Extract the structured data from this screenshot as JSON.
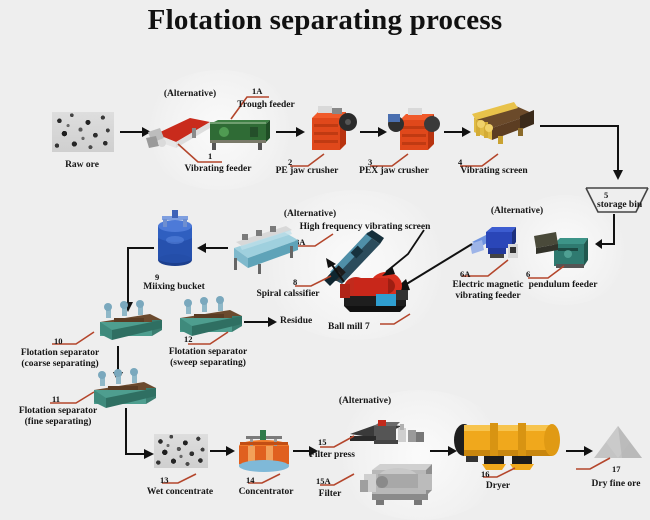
{
  "title": "Flotation separating process",
  "labels": {
    "alternative": "(Alternative)",
    "residue": "Residue"
  },
  "nodes": [
    {
      "id": "raw-ore",
      "num": "",
      "name": "Raw ore"
    },
    {
      "id": "vibrating-feeder",
      "num": "1",
      "name": "Vibrating feeder"
    },
    {
      "id": "trough-feeder",
      "num": "1A",
      "name": "Trough feeder"
    },
    {
      "id": "pe-jaw-crusher",
      "num": "2",
      "name": "PE jaw crusher"
    },
    {
      "id": "pex-jaw-crusher",
      "num": "3",
      "name": "PEX jaw crusher"
    },
    {
      "id": "vibrating-screen",
      "num": "4",
      "name": "Vibrating screen"
    },
    {
      "id": "storage-bin",
      "num": "5",
      "name": "storage bin"
    },
    {
      "id": "pendulum-feeder",
      "num": "6",
      "name": "pendulum feeder"
    },
    {
      "id": "electric-magnetic-vibrating-feeder",
      "num": "6A",
      "name_line1": "Electric magnetic",
      "name_line2": "vibrating feeder"
    },
    {
      "id": "ball-mill",
      "num": "7",
      "name": "Ball mill 7"
    },
    {
      "id": "spiral-classifier",
      "num": "8",
      "name": "Spiral calssifier"
    },
    {
      "id": "high-frequency-vibrating-screen",
      "num": "8A",
      "name": "High frequency vibrating screen"
    },
    {
      "id": "mixing-bucket",
      "num": "9",
      "name": "Miixing bucket"
    },
    {
      "id": "flotation-coarse",
      "num": "10",
      "name_line1": "Flotation separator",
      "name_line2": "(coarse separating)"
    },
    {
      "id": "flotation-fine",
      "num": "11",
      "name_line1": "Flotation separator",
      "name_line2": "(fine separating)"
    },
    {
      "id": "flotation-sweep",
      "num": "12",
      "name_line1": "Flotation separator",
      "name_line2": "(sweep separating)"
    },
    {
      "id": "wet-concentrate",
      "num": "13",
      "name": "Wet concentrate"
    },
    {
      "id": "concentrator",
      "num": "14",
      "name": "Concentrator"
    },
    {
      "id": "filter-press",
      "num": "15",
      "name": "Filter press"
    },
    {
      "id": "filter",
      "num": "15A",
      "name": "Filter"
    },
    {
      "id": "dryer",
      "num": "16",
      "name": "Dryer"
    },
    {
      "id": "dry-fine-ore",
      "num": "17",
      "name": "Dry fine ore"
    }
  ],
  "colors": {
    "background": "#eeeeee",
    "leader_line": "#b4462c",
    "arrow": "#111111",
    "crusher_orange": "#e0481b",
    "screen_yellow": "#e8c24a",
    "feeder_green": "#2f6b35",
    "feeder_red": "#c0271b",
    "mixing_blue": "#2f5fc0",
    "magnetic_blue": "#2a46b8",
    "pendulum_teal": "#2f7a70",
    "ballmill_red": "#c22a1c",
    "flotation_teal": "#4e9e8f",
    "concentrator_orange": "#e0601f",
    "dryer_yellow": "#f0a81c",
    "ore_gray": "#bdbdbd",
    "text": "#151515"
  }
}
